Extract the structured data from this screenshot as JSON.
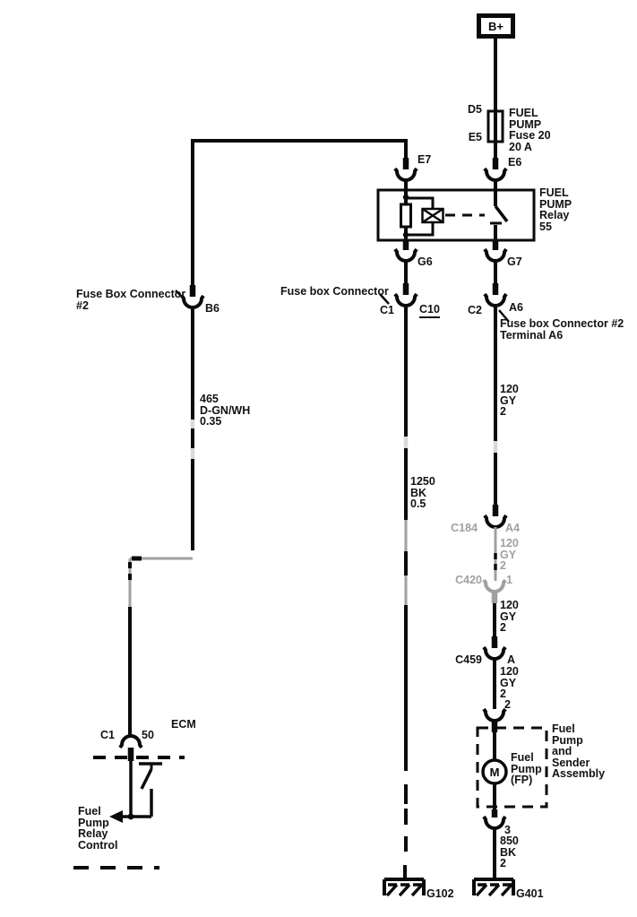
{
  "colors": {
    "wire": "#0a0a0a",
    "faded": "#a0a0a0",
    "watermark": "#d9d9d9"
  },
  "power": {
    "battery": "B+"
  },
  "fuse": {
    "term_top": "D5",
    "term_bottom": "E5",
    "desc": "FUEL\nPUMP\nFuse 20\n20 A"
  },
  "relay": {
    "desc": "FUEL\nPUMP\nRelay\n55",
    "term_e7": "E7",
    "term_e6": "E6",
    "term_g6": "G6",
    "term_g7": "G7"
  },
  "connectors": {
    "fusebox2": {
      "callout": "Fuse Box Connector\n#2",
      "terminal": "B6"
    },
    "fusebox": {
      "callout": "Fuse box Connector",
      "term_left": "C1",
      "term_right": "C10"
    },
    "fusebox2_a6": {
      "term_left": "C2",
      "term_right": "A6",
      "callout": "Fuse box Connector #2\nTerminal A6"
    },
    "c184": {
      "name": "C184",
      "terminal": "A4"
    },
    "c420": {
      "name": "C420",
      "terminal": "1"
    },
    "c459": {
      "name": "C459",
      "terminal": "A"
    },
    "pump_in_terminal": "2",
    "pump_out_terminal": "3",
    "ecm": {
      "term_left": "C1",
      "term_right": "50"
    }
  },
  "wires": {
    "relay_control": "465\nD-GN/WH\n0.35",
    "relay_ground": "1250\nBK\n0.5",
    "feed_a": "120\nGY\n2",
    "feed_b": "120\nGY\n2",
    "feed_c": "120\nGY\n2",
    "feed_d": "120\nGY\n2",
    "pump_ground": "850\nBK\n2"
  },
  "pump": {
    "assembly": "Fuel\nPump\nand\nSender\nAssembly",
    "motor": "M",
    "name": "Fuel\nPump\n(FP)"
  },
  "grounds": {
    "left": "G102",
    "right": "G401"
  },
  "ecm": {
    "name": "ECM",
    "signal": "Fuel\nPump\nRelay\nControl"
  }
}
